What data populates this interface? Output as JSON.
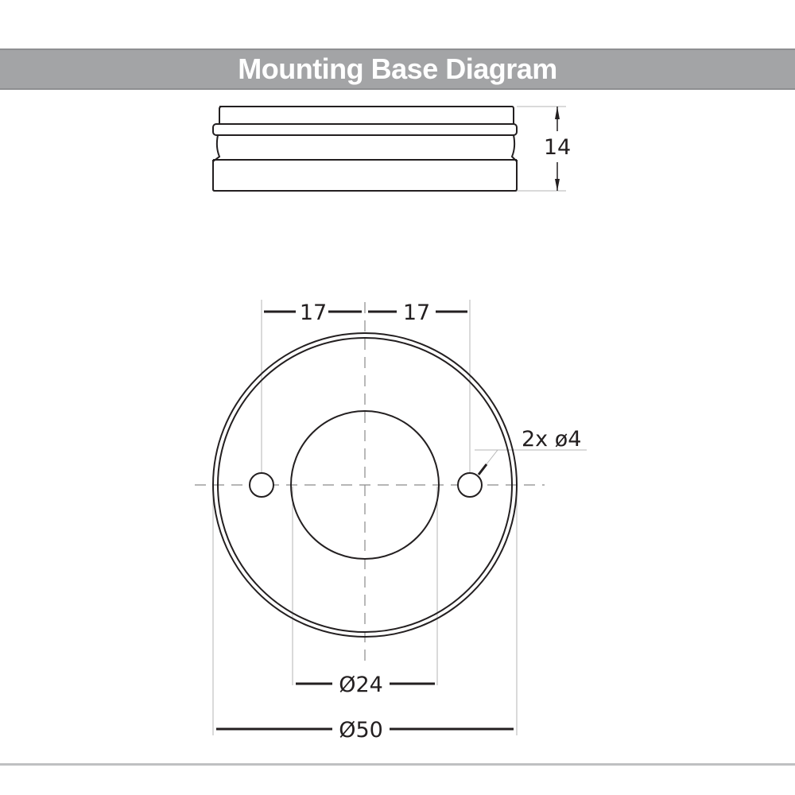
{
  "header": {
    "title": "Mounting Base Diagram"
  },
  "colors": {
    "banner_bg": "#a3a4a6",
    "line": "#231f20",
    "guide": "#b5b5b5"
  },
  "side_view": {
    "height_label": "14"
  },
  "top_view": {
    "hole_spacing_left": "17",
    "hole_spacing_right": "17",
    "hole_callout": "2x ø4",
    "inner_diameter": "Ø24",
    "outer_diameter": "Ø50"
  }
}
